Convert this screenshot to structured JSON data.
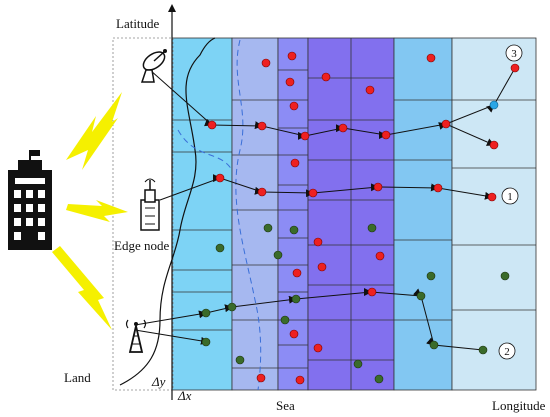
{
  "labels": {
    "latitude": "Latitude",
    "longitude": "Longitude",
    "land": "Land",
    "sea": "Sea",
    "edge_node": "Edge node",
    "delta_x": "Δx",
    "delta_y": "Δy"
  },
  "trajectory_markers": [
    "1",
    "2",
    "3"
  ],
  "colors": {
    "zone1": "#7dd3f5",
    "zone2": "#a6b8f0",
    "zone3": "#8c8cf5",
    "zone4": "#8270ee",
    "zone5": "#9aa6f2",
    "zone6": "#82c7f2",
    "zone7": "#cde7f5",
    "red_vessel": "#ee2020",
    "green_vessel": "#3a6b2a",
    "blue_vessel": "#2aa6e6",
    "lightning": "#f5f000",
    "trajectory": "#111111"
  },
  "icons": [
    "satellite-dish-icon",
    "base-station-tower-icon",
    "antenna-tower-icon",
    "data-center-building-icon",
    "lightning-bolt-icon"
  ]
}
